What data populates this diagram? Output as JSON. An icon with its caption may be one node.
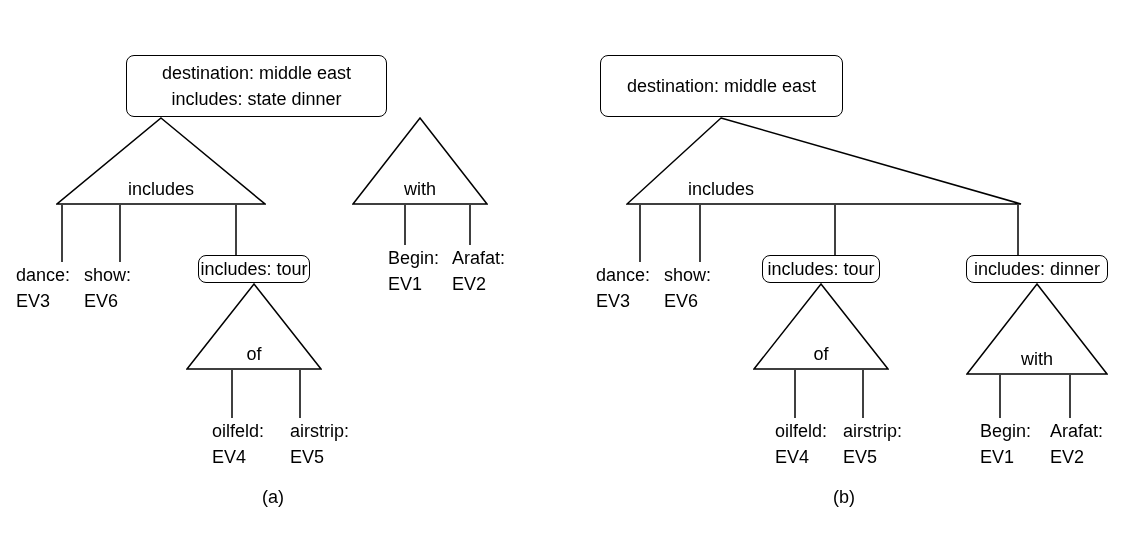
{
  "diagram": {
    "nodes": [
      {
        "text": [
          "destination: middle east includes: state dinner"
        ]
      },
      {
        "text": [
          "includes"
        ]
      },
      {
        "text": [
          "with"
        ]
      },
      {
        "text": [
          "dance: EV3"
        ]
      },
      {
        "text": [
          "show: EV6"
        ]
      },
      {
        "text": [
          "includes: tour"
        ]
      },
      {
        "text": [
          "Begin: EV1"
        ]
      },
      {
        "text": [
          "Arafat: EV2"
        ]
      },
      {
        "text": [
          "of"
        ]
      },
      {
        "text": [
          "oilfeld: EV4"
        ]
      },
      {
        "text": [
          "airstrip: EV5"
        ]
      },
      {
        "text": [
          "destination: middle east"
        ]
      },
      {
        "text": [
          "includes"
        ]
      },
      {
        "text": [
          "dance: EV3"
        ]
      },
      {
        "text": [
          "show: EV6"
        ]
      },
      {
        "text": [
          "includes: tour"
        ]
      },
      {
        "text": [
          "includes: dinner"
        ]
      },
      {
        "text": [
          "of"
        ]
      },
      {
        "text": [
          "with"
        ]
      },
      {
        "text": [
          "oilfeld: EV4"
        ]
      },
      {
        "text": [
          "airstrip: EV5"
        ]
      },
      {
        "text": [
          "Begin: EV1"
        ]
      },
      {
        "text": [
          "Arafat: EV2"
        ]
      }
    ],
    "edges": [
      {
        "from": 1,
        "to": 3,
        "arrow": "none"
      },
      {
        "from": 1,
        "to": 4,
        "arrow": "none"
      },
      {
        "from": 1,
        "to": 5,
        "arrow": "none"
      },
      {
        "from": 2,
        "to": 6,
        "arrow": "none"
      },
      {
        "from": 2,
        "to": 7,
        "arrow": "none"
      },
      {
        "from": 8,
        "to": 9,
        "arrow": "none"
      },
      {
        "from": 8,
        "to": 10,
        "arrow": "none"
      },
      {
        "from": 12,
        "to": 13,
        "arrow": "none"
      },
      {
        "from": 12,
        "to": 14,
        "arrow": "none"
      },
      {
        "from": 12,
        "to": 15,
        "arrow": "none"
      },
      {
        "from": 12,
        "to": 16,
        "arrow": "none"
      },
      {
        "from": 17,
        "to": 19,
        "arrow": "none"
      },
      {
        "from": 17,
        "to": 20,
        "arrow": "none"
      },
      {
        "from": 18,
        "to": 21,
        "arrow": "none"
      },
      {
        "from": 18,
        "to": 22,
        "arrow": "none"
      }
    ],
    "labels": [
      "(a)",
      "(b)"
    ]
  }
}
